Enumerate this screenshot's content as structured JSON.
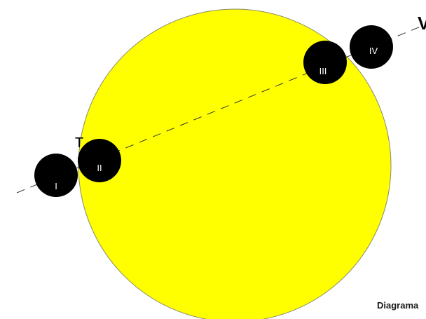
{
  "colors": {
    "sun_fill": "#ffff00",
    "sun_stroke": "#8a8a6a",
    "planet_fill": "#000000",
    "label_on_planet": "#ffffff",
    "path_line": "#333333"
  },
  "labels": {
    "contact_1": "I",
    "contact_2": "II",
    "contact_3": "III",
    "contact_4": "IV",
    "top_left_marker": "T",
    "top_right_marker": "V"
  },
  "caption": "Diagrama"
}
